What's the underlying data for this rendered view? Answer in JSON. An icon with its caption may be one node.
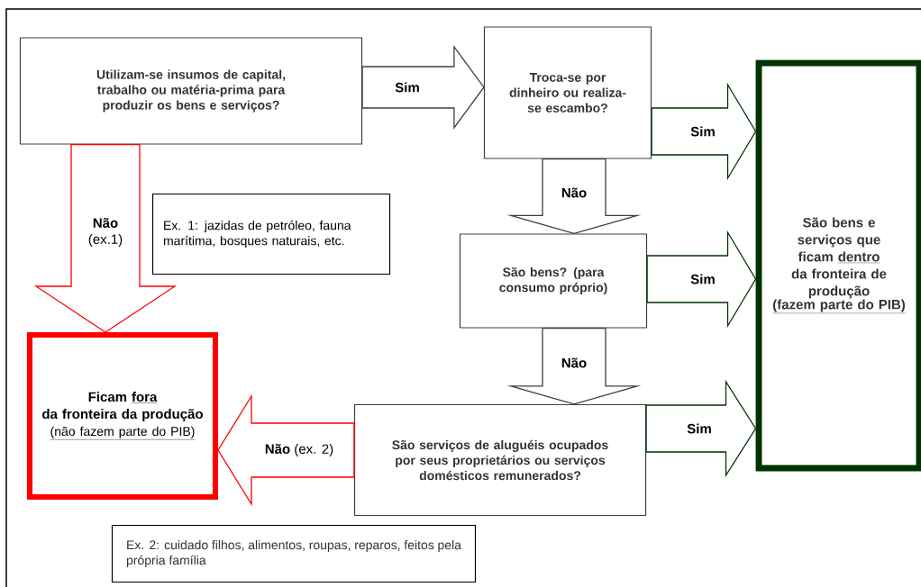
{
  "diagram": {
    "nodes": [
      {
        "text": [
          "Utilizam-se insumos de capital, trabalho ou matéria-prima para produzir os bens e serviços?"
        ]
      },
      {
        "text": [
          "Troca-se por dinheiro ou realiza-se escambo?"
        ]
      },
      {
        "text": [
          "São bens? (para consumo próprio)"
        ]
      },
      {
        "text": [
          "São serviços de aluguéis ocupados por seus proprietários ou serviços domésticos remunerados?"
        ]
      },
      {
        "text": [
          "Ex. 1: jazidas de petróleo, fauna marítima, bosques naturais, etc."
        ]
      },
      {
        "text": [
          "São bens e serviços que ficam",
          "dentro",
          "da fronteira de produção",
          "(fazem parte do PIB)"
        ]
      },
      {
        "text": [
          "Ficam",
          "fora",
          "da fronteira da produção",
          "(não fazem parte do PIB)"
        ]
      },
      {
        "text": [
          "Ex. 2: cuidado filhos, alimentos, roupas, reparos, feitos pela própria família"
        ]
      }
    ],
    "edges": [
      {
        "from": 0,
        "to": 1,
        "arrow": "to",
        "label": "Sim"
      },
      {
        "from": 1,
        "to": 5,
        "arrow": "to",
        "label": "Sim",
        "color": "#003300"
      },
      {
        "from": 1,
        "to": 2,
        "arrow": "to",
        "label": "Não"
      },
      {
        "from": 2,
        "to": 5,
        "arrow": "to",
        "label": "Sim",
        "color": "#003300"
      },
      {
        "from": 2,
        "to": 3,
        "arrow": "to",
        "label": "Não"
      },
      {
        "from": 3,
        "to": 5,
        "arrow": "to",
        "label": "Sim",
        "color": "#003300"
      },
      {
        "from": 0,
        "to": 6,
        "arrow": "to",
        "label": "**Não** (ex.1)",
        "color": "#ff0000"
      },
      {
        "from": 3,
        "to": 6,
        "arrow": "to",
        "label": "**Não** (ex. 2)",
        "color": "#ff0000"
      }
    ]
  }
}
